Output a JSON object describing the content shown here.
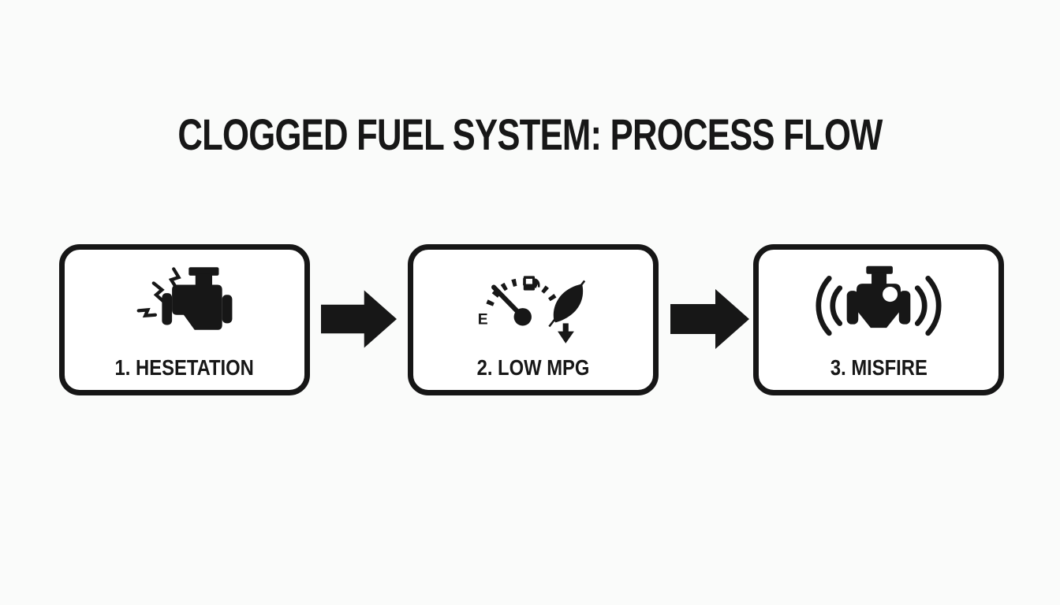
{
  "title": "CLOGGED FUEL SYSTEM: PROCESS FLOW",
  "flow": {
    "steps": [
      {
        "label": "1. HESETATION",
        "icon": "engine-vibration-icon"
      },
      {
        "label": "2. LOW MPG",
        "icon": "fuel-gauge-leaf-icon",
        "gauge_empty_label": "E"
      },
      {
        "label": "3. MISFIRE",
        "icon": "engine-sound-waves-icon"
      }
    ],
    "connector_icon": "right-arrow-icon"
  },
  "colors": {
    "background": "#fafbfa",
    "box_background": "#ffffff",
    "ink": "#171717"
  }
}
